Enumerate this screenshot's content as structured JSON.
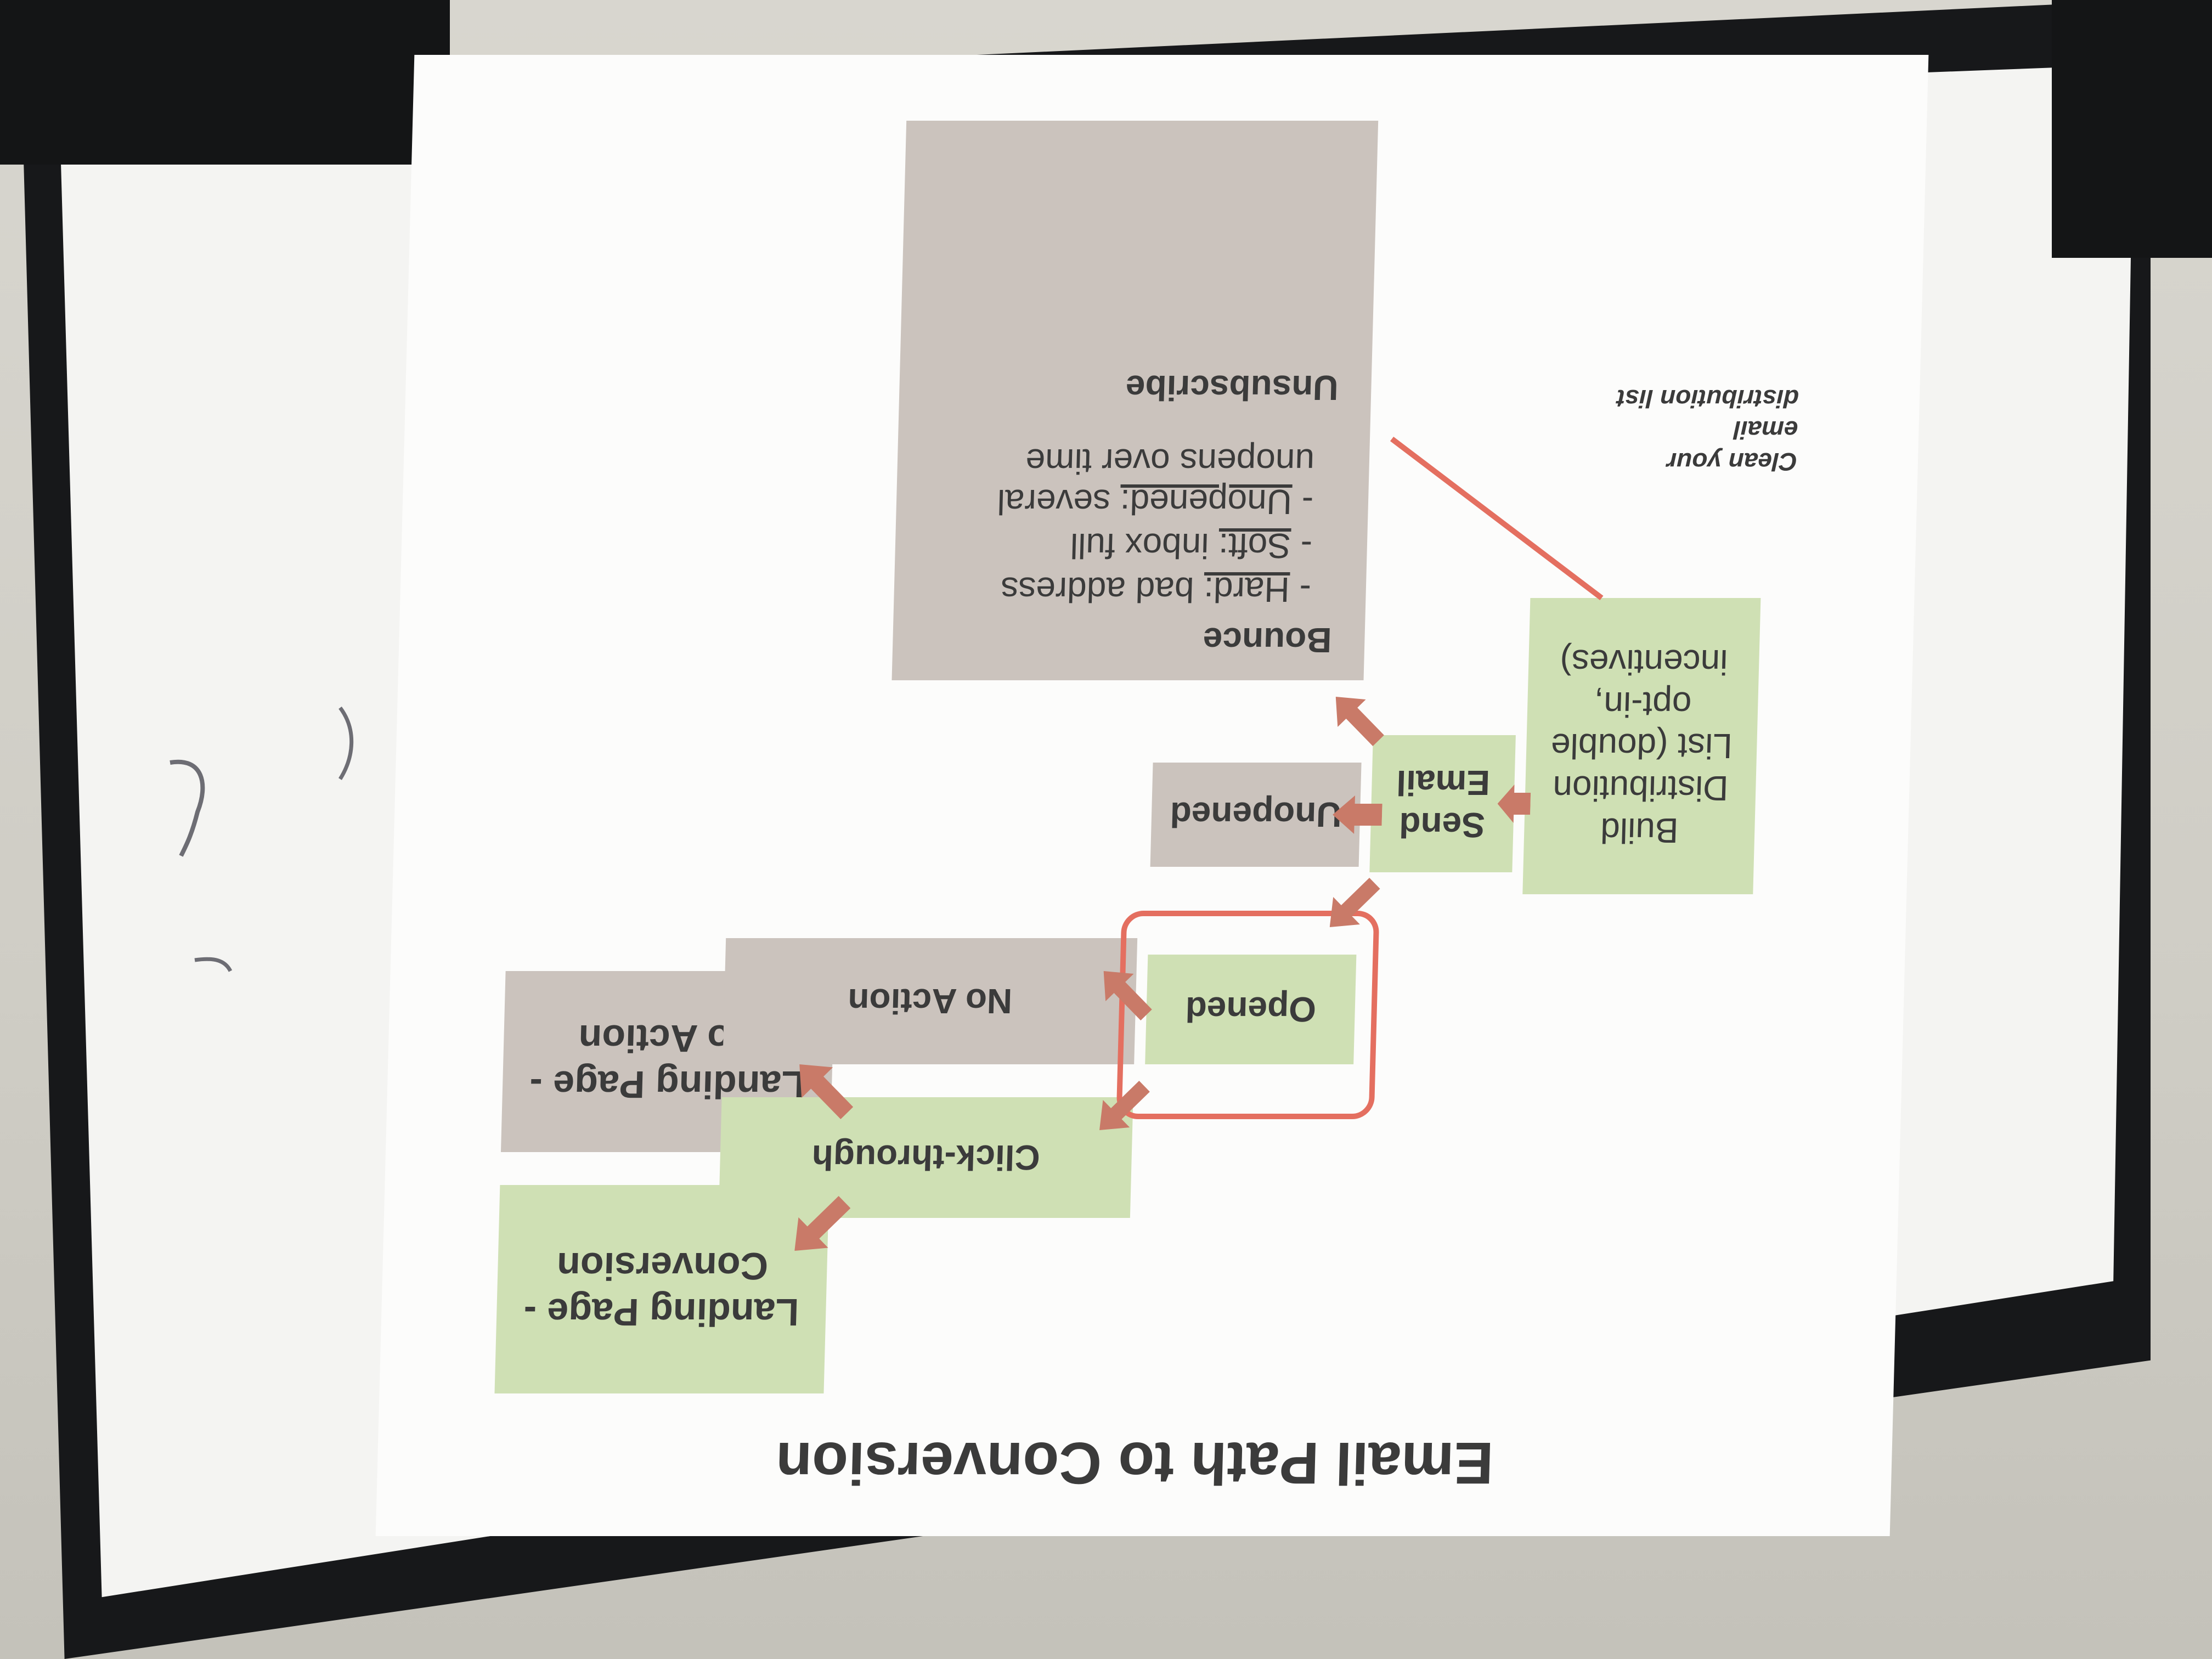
{
  "slide": {
    "title": "Email Path to Conversion",
    "boxes": {
      "build": "Build Distribution List (double opt-in, incentives)",
      "send": "Send Email",
      "bounce_title": "Bounce",
      "bounce_items": [
        {
          "term": "Hard:",
          "rest": " bad address"
        },
        {
          "term": "Soft:",
          "rest": " inbox full"
        },
        {
          "term": "Unopened:",
          "rest": " several unopens over time"
        }
      ],
      "unsubscribe": "Unsubscribe",
      "unopened": "Unopened",
      "opened": "Opened",
      "no_action": "No Action",
      "click_through": "Click-through",
      "landing_conversion": "Landing Page - Conversion",
      "landing_no_action": "Landing Page - No Action"
    },
    "note": "Clean your email distribution list"
  },
  "colors": {
    "green_box": "#cfe0b4",
    "grey_box": "#cbc3bd",
    "arrow": "#c97a68",
    "highlight": "#e46f60"
  }
}
